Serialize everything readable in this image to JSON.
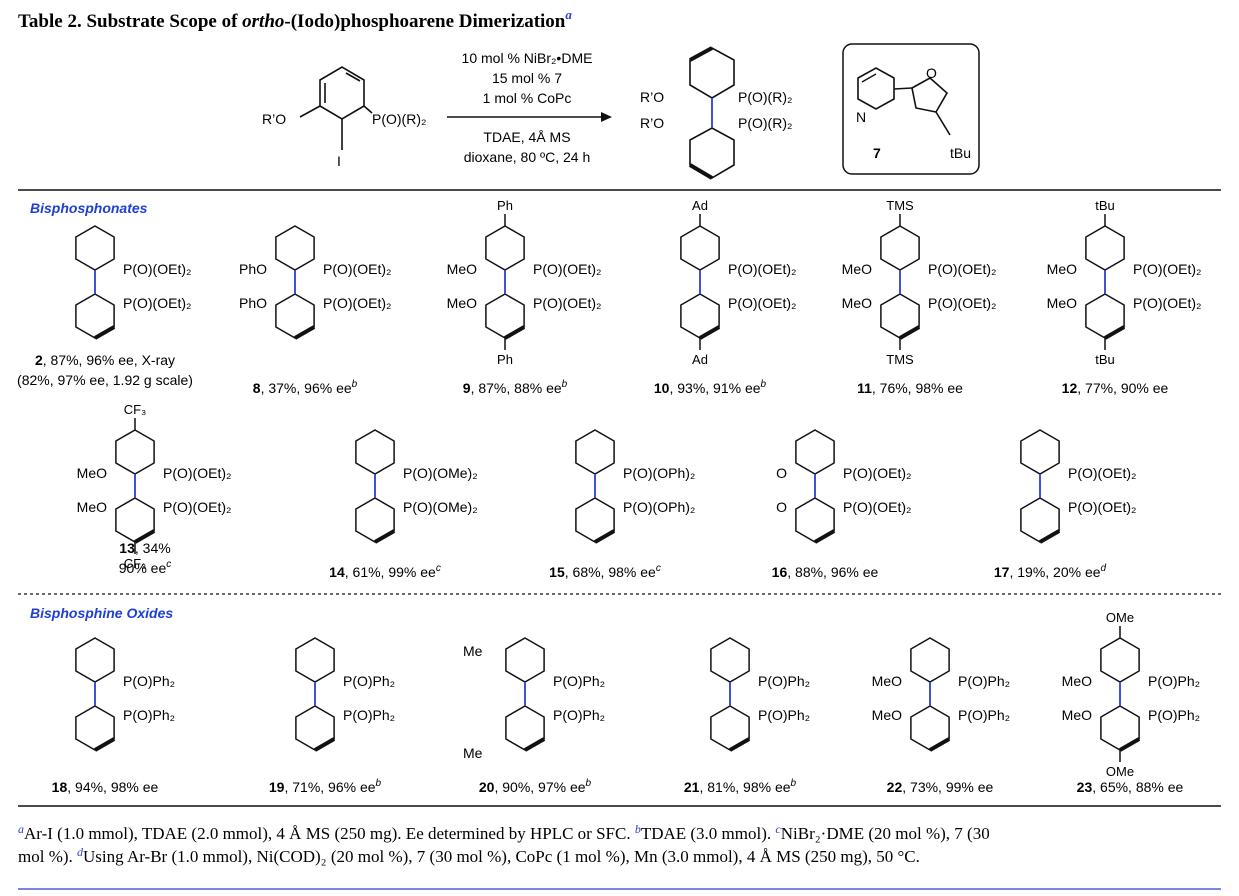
{
  "title": {
    "prefix": "Table 2. Substrate Scope of ",
    "italic": "ortho",
    "suffix": "-(Iodo)phosphoarene Dimerization",
    "sup": "a"
  },
  "scheme": {
    "conditions": [
      "10 mol % NiBr₂•DME",
      "15 mol % 7",
      "1 mol % CoPc",
      "TDAE, 4Å MS",
      "dioxane, 80 ºC, 24 h"
    ],
    "reactant": {
      "ro": "R’O",
      "i": "I",
      "p": "P(O)(R)₂"
    },
    "product": {
      "ro1": "R’O",
      "ro2": "R’O",
      "p1": "P(O)(R)₂",
      "p2": "P(O)(R)₂"
    },
    "ligand": {
      "n": "N",
      "o": "O",
      "tbu": "tBu",
      "num": "7"
    }
  },
  "sections": {
    "bisphosphonates": "Bisphosphonates",
    "oxides": "Bisphosphine Oxides"
  },
  "compounds": [
    {
      "id": "2",
      "p": "P(O)(OEt)₂",
      "cap": "2, 87%, 96% ee, X-ray",
      "cap2": "(82%, 97% ee, 1.92 g scale)"
    },
    {
      "id": "8",
      "p": "P(O)(OEt)₂",
      "o": "PhO",
      "cap": "8, 37%, 96% ee",
      "sup": "b"
    },
    {
      "id": "9",
      "p": "P(O)(OEt)₂",
      "o": "MeO",
      "sub": "Ph",
      "cap": "9, 87%, 88% ee",
      "sup": "b"
    },
    {
      "id": "10",
      "p": "P(O)(OEt)₂",
      "sub": "Ad",
      "cap": "10, 93%, 91% ee",
      "sup": "b"
    },
    {
      "id": "11",
      "p": "P(O)(OEt)₂",
      "o": "MeO",
      "sub": "TMS",
      "cap": "11, 76%, 98% ee"
    },
    {
      "id": "12",
      "p": "P(O)(OEt)₂",
      "o": "MeO",
      "sub": "tBu",
      "cap": "12, 77%, 90% ee"
    },
    {
      "id": "13",
      "p": "P(O)(OEt)₂",
      "o": "MeO",
      "sub": "CF₃",
      "cap": "13, 34%",
      "cap2": "90% ee",
      "sup": "c"
    },
    {
      "id": "14",
      "p": "P(O)(OMe)₂",
      "cap": "14, 61%, 99% ee",
      "sup": "c"
    },
    {
      "id": "15",
      "p": "P(O)(OPh)₂",
      "cap": "15, 68%, 98% ee",
      "sup": "c"
    },
    {
      "id": "16",
      "p": "P(O)(OEt)₂",
      "o": "O",
      "cap": "16, 88%, 96% ee"
    },
    {
      "id": "17",
      "p": "P(O)(OEt)₂",
      "cap": "17, 19%, 20% ee",
      "sup": "d"
    },
    {
      "id": "18",
      "p": "P(O)Ph₂",
      "cap": "18, 94%, 98% ee"
    },
    {
      "id": "19",
      "p": "P(O)Ph₂",
      "cap": "19, 71%, 96% ee",
      "sup": "b"
    },
    {
      "id": "20",
      "p": "P(O)Ph₂",
      "me": "Me",
      "cap": "20, 90%, 97% ee",
      "sup": "b"
    },
    {
      "id": "21",
      "p": "P(O)Ph₂",
      "cap": "21, 81%, 98% ee",
      "sup": "b"
    },
    {
      "id": "22",
      "p": "P(O)Ph₂",
      "o": "MeO",
      "cap": "22, 73%, 99% ee"
    },
    {
      "id": "23",
      "p": "P(O)Ph₂",
      "o": "MeO",
      "sub": "OMe",
      "cap": "23, 65%, 88% ee"
    }
  ],
  "footnotes": [
    {
      "sup": "a",
      "text": "Ar-I (1.0 mmol), TDAE (2.0 mmol), 4 Å MS (250 mg). Ee determined by HPLC or SFC. "
    },
    {
      "sup": "b",
      "text": "TDAE (3.0 mmol). "
    },
    {
      "sup": "c",
      "text": "NiBr₂·DME (20 mol %), 7 (30 mol %). "
    },
    {
      "sup": "d",
      "text": "Using Ar-Br (1.0 mmol), Ni(COD)₂ (20 mol %), 7 (30 mol %), CoPc (1 mol %), Mn (3.0 mmol), 4 Å MS (250 mg), 50 °C."
    }
  ],
  "colors": {
    "accent": "#1f3fd4",
    "rule": "#000000",
    "bottom_rule": "#2a3fd6"
  }
}
